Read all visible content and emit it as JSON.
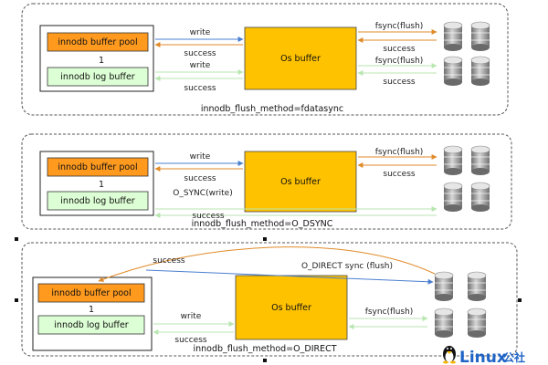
{
  "panels": [
    {
      "caption": "innodb_flush_method=fdatasync",
      "buffer_pool": "innodb buffer pool",
      "one": "1",
      "log_buffer": "innodb log buffer",
      "os_buffer": "Os buffer",
      "write_top": "write",
      "success_top": "success",
      "write_bottom": "write",
      "success_bottom": "success",
      "fsync_top": "fsync(flush)",
      "success_disk_top": "success",
      "fsync_bottom": "fsync(flush)",
      "success_disk_bottom": "success"
    },
    {
      "caption": "innodb_flush_method=O_DSYNC",
      "buffer_pool": "innodb buffer pool",
      "one": "1",
      "log_buffer": "innodb log buffer",
      "os_buffer": "Os buffer",
      "write_top": "write",
      "success_top": "success",
      "osync": "O_SYNC(write)",
      "success_bottom": "success",
      "fsync_top": "fsync(flush)",
      "success_disk_top": "success"
    },
    {
      "caption": "innodb_flush_method=O_DIRECT",
      "buffer_pool": "innodb buffer pool",
      "one": "1",
      "log_buffer": "innodb log buffer",
      "os_buffer": "Os buffer",
      "success_arc": "success",
      "odirect": "O_DIRECT  sync (flush)",
      "write_bottom": "write",
      "success_bottom": "success",
      "fsync_bottom": "fsync(flush)"
    }
  ],
  "watermark": {
    "brand": "Linux",
    "suffix": "公社"
  },
  "colors": {
    "buffer_pool": "#ff9a1f",
    "log_buffer": "#ddffd5",
    "os_buffer": "#ffc200",
    "orange_arrow": "#e08a28",
    "blue_arrow": "#4a7fd0",
    "green_arrow": "#b8e6b0",
    "disk": "#888888"
  },
  "icons": [
    "disk-icon",
    "penguin-icon"
  ]
}
